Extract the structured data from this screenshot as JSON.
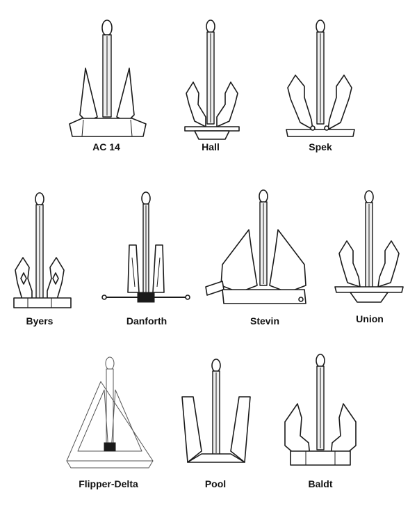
{
  "anchors": [
    {
      "label": "AC 14"
    },
    {
      "label": "Hall"
    },
    {
      "label": "Spek"
    },
    {
      "label": "Byers"
    },
    {
      "label": "Danforth"
    },
    {
      "label": "Stevin"
    },
    {
      "label": "Union"
    },
    {
      "label": "Flipper-Delta"
    },
    {
      "label": "Pool"
    },
    {
      "label": "Baldt"
    }
  ]
}
